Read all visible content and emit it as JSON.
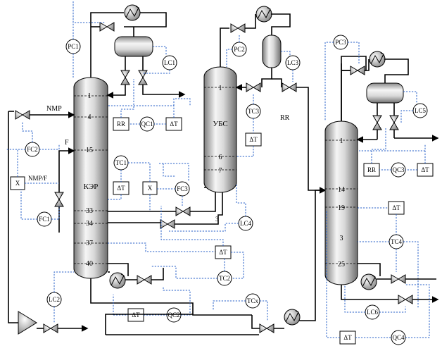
{
  "columns": {
    "ker": {
      "name": "КЭР",
      "trays": [
        "1",
        "4",
        "15",
        "33",
        "34",
        "37",
        "40"
      ]
    },
    "ubs": {
      "name": "УБС",
      "trays": [
        "1",
        "6",
        "7"
      ]
    },
    "col3": {
      "name": "3",
      "trays": [
        "1",
        "14",
        "19",
        "25"
      ]
    }
  },
  "streams": {
    "nmp": "NMP",
    "feed": "F",
    "nmp_f": "NMP/F",
    "rr_out": "RR",
    "side_3": "3"
  },
  "instruments": {
    "pc1": "PC1",
    "lc1": "LC1",
    "rr1": "RR",
    "qc1": "QC1",
    "dt1": "ΔT",
    "fc2": "FC2",
    "x1": "X",
    "fc1": "FC1",
    "tc1": "TC1",
    "dt2": "ΔT",
    "x2": "X",
    "fc3": "FC3",
    "lc2": "LC2",
    "dt3": "ΔT",
    "qc2": "QC2",
    "dt4": "ΔT",
    "tc2": "TC2",
    "tcx": "TCx",
    "pc2": "PC2",
    "lc3": "LC3",
    "tc3": "TC3",
    "dt5": "ΔT",
    "lc4": "LC4",
    "pc3": "PC3",
    "lc5": "LC5",
    "rr3": "RR",
    "qc3": "QC3",
    "dt6": "ΔT",
    "dt7": "ΔT",
    "tc4": "TC4",
    "lc6": "LC6",
    "dt8": "ΔT",
    "qc4": "QC4"
  },
  "colors": {
    "pipe": "#000000",
    "signal": "#2b63c8",
    "vessel_light": "#f4f4f4",
    "vessel_dark": "#8a8a8a"
  },
  "icons": [
    "valve-icon",
    "heat-exchanger-icon",
    "pump-icon",
    "reflux-drum-icon"
  ]
}
